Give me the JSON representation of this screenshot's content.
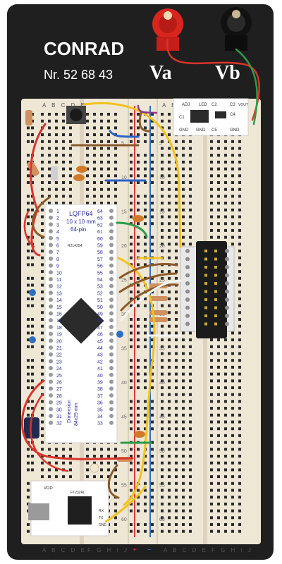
{
  "brand": {
    "name": "CONRAD",
    "part_number": "Nr. 52 68 43"
  },
  "terminals": {
    "left_label": "Va",
    "right_label": "Vb"
  },
  "board": {
    "column_letters_top_left": "A B C D E",
    "column_letters_top_right": "A B C D E",
    "column_letters_bottom_left": "A B C D E",
    "column_letters_bottom_mid": "F G H I J",
    "column_letters_bottom_right": "F G H I J",
    "row_numbers": [
      "5",
      "10",
      "15",
      "20",
      "25",
      "30",
      "35",
      "40",
      "45",
      "50",
      "55",
      "60"
    ],
    "rail_plus": "+",
    "rail_minus": "−"
  },
  "mcu": {
    "title": "LQFP64",
    "size": "10 x 10 mm",
    "pins": "64-pin",
    "code": "R214254",
    "dimension": "Dimension",
    "dimension_value": "84x29 mm",
    "left_pins": [
      "1",
      "2",
      "3",
      "4",
      "5",
      "6",
      "7",
      "8",
      "9",
      "10",
      "11",
      "12",
      "13",
      "14",
      "15",
      "16",
      "17",
      "18",
      "19",
      "20",
      "21",
      "22",
      "23",
      "24",
      "25",
      "26",
      "27",
      "28",
      "29",
      "30",
      "31",
      "32"
    ],
    "right_pins": [
      "64",
      "63",
      "62",
      "61",
      "60",
      "59",
      "58",
      "57",
      "56",
      "55",
      "54",
      "53",
      "52",
      "51",
      "50",
      "49",
      "48",
      "47",
      "46",
      "45",
      "44",
      "43",
      "42",
      "41",
      "40",
      "39",
      "38",
      "37",
      "36",
      "35",
      "34",
      "33"
    ]
  },
  "regulator": {
    "labels": [
      "ADJ",
      "LED",
      "C1",
      "C2",
      "C3",
      "C4",
      "GND",
      "C5",
      "GND",
      "GND",
      "VOUT"
    ]
  },
  "usb_module": {
    "labels": [
      "VDD",
      "FT232RL",
      "RX",
      "TX",
      "GND"
    ]
  },
  "colors": {
    "board_frame": "#1f1f1f",
    "breadboard": "#efe7d6",
    "hole": "#2a2a2a",
    "rail_red": "#d33a3a",
    "rail_blue": "#2f6fc0",
    "wire_yellow": "#f1c21b",
    "wire_red": "#d9342b",
    "wire_green": "#2e9b4a",
    "wire_blue": "#2a62c9",
    "wire_brown": "#8a5a2b",
    "wire_white": "#f4f4f4",
    "chip": "#2b2b2b",
    "pcb_white": "#ffffff",
    "terminal_red": "#d8261f",
    "terminal_black": "#1a1a1a"
  }
}
